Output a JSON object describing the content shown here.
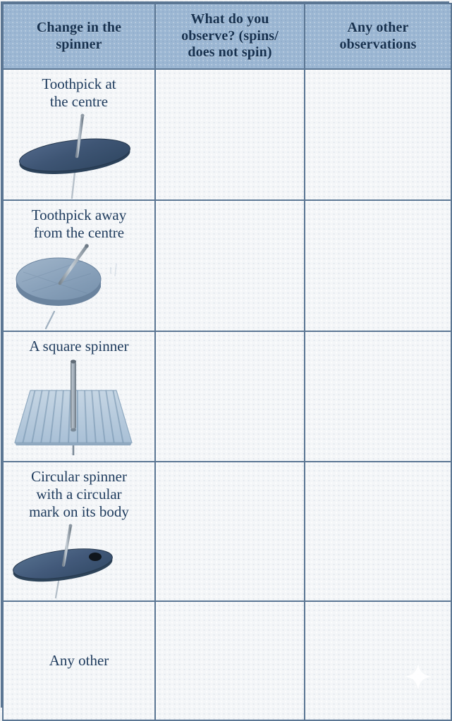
{
  "table": {
    "headers": [
      "Change in the spinner",
      "What do you observe? (spins/ does not spin)",
      "Any other observations"
    ],
    "header_lines": {
      "col1": [
        "Change in the",
        "spinner"
      ],
      "col2": [
        "What do you",
        "observe? (spins/",
        "does not spin)"
      ],
      "col3": [
        "Any other",
        "observations"
      ]
    },
    "rows": [
      {
        "label": "Toothpick at the centre",
        "label_lines": [
          "Toothpick at",
          "the centre"
        ],
        "figure": "disc-toothpick-centre",
        "observe": "",
        "other": ""
      },
      {
        "label": "Toothpick away from the centre",
        "label_lines": [
          "Toothpick away",
          "from the centre"
        ],
        "figure": "disc-toothpick-offcentre",
        "observe": "",
        "other": ""
      },
      {
        "label": "A square spinner",
        "label_lines": [
          "A square spinner"
        ],
        "figure": "square-spinner",
        "observe": "",
        "other": ""
      },
      {
        "label": "Circular spinner with a circular mark on its body",
        "label_lines": [
          "Circular spinner",
          "with a circular",
          "mark on its body"
        ],
        "figure": "disc-with-mark",
        "observe": "",
        "other": ""
      },
      {
        "label": "Any other",
        "label_lines": [
          "Any other"
        ],
        "figure": "",
        "observe": "",
        "other": ""
      }
    ]
  },
  "decoration": {
    "sparkle": "four-point-star"
  },
  "colors": {
    "header_background": "#9cb7d3",
    "border": "#5b7693",
    "text": "#1d3a5c",
    "header_text": "#17314f",
    "cell_background": "#f4f6f8",
    "disc_dark": "#3f5876",
    "disc_light": "#8ba5bf",
    "toothpick": "#a9b4bf",
    "mark": "#11161d",
    "square_plate": "#b6cadd"
  }
}
